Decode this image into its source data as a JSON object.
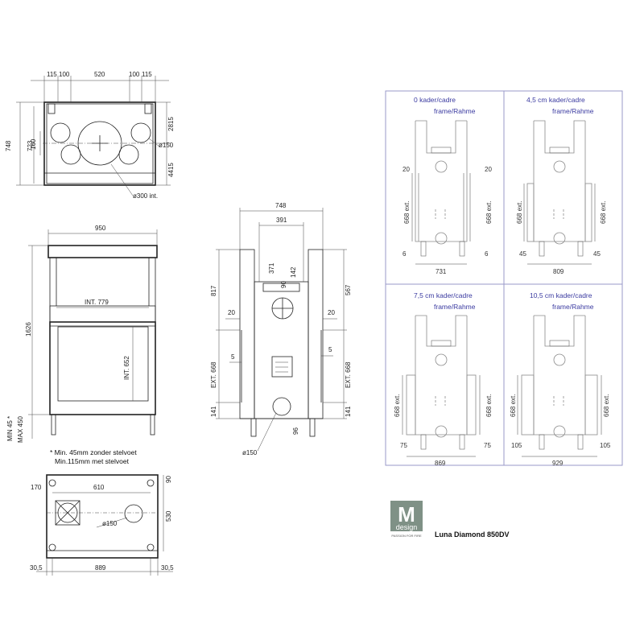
{
  "top_view": {
    "widths": [
      "115",
      "100",
      "520",
      "100",
      "115"
    ],
    "heights_left": [
      "748",
      "723",
      "160"
    ],
    "heights_right": [
      "2815",
      "4415"
    ],
    "dia_small": "ø150",
    "dia_large": "ø300 int."
  },
  "front_view": {
    "width": "950",
    "height": "1626",
    "int_width": "INT. 779",
    "int_height": "INT. 652",
    "min_label": "MIN 45 *",
    "max_label": "MAX 450",
    "notes": [
      "* Min. 45mm zonder stelvoet",
      "Min.115mm met stelvoet"
    ]
  },
  "base_view": {
    "left_offset": "170",
    "span": "610",
    "top_offset": "90",
    "depth": "530",
    "dia": "ø150",
    "width": "889",
    "side_left": "30,5",
    "side_right": "30,5"
  },
  "side_view": {
    "width_outer": "748",
    "width_inner": "391",
    "d371": "371",
    "d90": "90",
    "d142": "142",
    "h_left": "817",
    "h_right": "567",
    "margin_left": "20",
    "margin_right": "20",
    "ext_left": "EXT. 668",
    "ext_right": "EXT. 668",
    "d5_left": "5",
    "d5_right": "5",
    "b_left": "141",
    "b_right": "141",
    "d96": "96",
    "dia": "ø150"
  },
  "panels": [
    {
      "title1": "0  kader/cadre",
      "title2": "frame/Rahme",
      "ext_left": "668 ext.",
      "ext_right": "668 ext.",
      "side_top_left": "20",
      "side_top_right": "20",
      "side_bot_left": "6",
      "side_bot_right": "6",
      "width": "731"
    },
    {
      "title1": "4,5 cm  kader/cadre",
      "title2": "frame/Rahme",
      "ext_left": "668 ext.",
      "ext_right": "668 ext.",
      "side_bot_left": "45",
      "side_bot_right": "45",
      "width": "809"
    },
    {
      "title1": "7,5 cm  kader/cadre",
      "title2": "frame/Rahme",
      "ext_left": "668 ext.",
      "ext_right": "668 ext.",
      "side_bot_left": "75",
      "side_bot_right": "75",
      "width": "869"
    },
    {
      "title1": "10,5 cm kader/cadre",
      "title2": "frame/Rahme",
      "ext_left": "668 ext.",
      "ext_right": "668 ext.",
      "side_bot_left": "105",
      "side_bot_right": "105",
      "width": "929"
    }
  ],
  "brand": {
    "logo_letter": "M",
    "logo_word": "design",
    "tagline": "PASSION FOR FIRE",
    "product": "Luna Diamond 850DV"
  }
}
